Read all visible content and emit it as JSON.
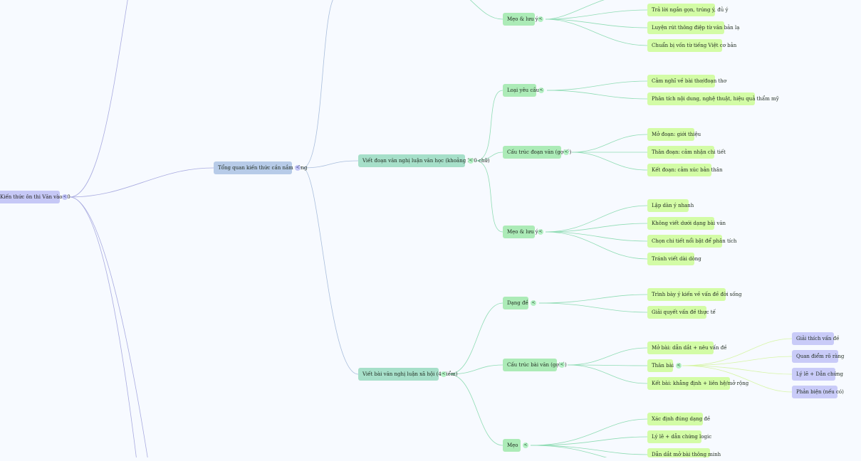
{
  "toggle_glyph": "<",
  "root": {
    "label": "Kiến thức ôn thi Văn vào 10"
  },
  "overview": {
    "label": "Tổng quan kiến thức cần nắm vững"
  },
  "literary": {
    "label": "Viết đoạn văn nghị luận văn học (khoảng 200 chữ)",
    "tips_top": {
      "label": "Mẹo & lưu ý",
      "items": [
        "Trả lời ngắn gọn, trúng ý, đủ ý",
        "Luyện rút thông điệp từ văn bản lạ",
        "Chuẩn bị vốn từ tiếng Việt cơ bản"
      ]
    },
    "types": {
      "label": "Loại yêu cầu",
      "items": [
        "Cảm nghĩ về bài thơ/đoạn thơ",
        "Phân tích nội dung, nghệ thuật, hiệu quả thẩm mỹ"
      ]
    },
    "structure": {
      "label": "Cấu trúc đoạn văn (gợi ý)",
      "items": [
        "Mở đoạn: giới thiệu",
        "Thân đoạn: cảm nhận chi tiết",
        "Kết đoạn: cảm xúc bản thân"
      ]
    },
    "tips": {
      "label": "Mẹo & lưu ý",
      "items": [
        "Lập dàn ý nhanh",
        "Không viết dưới dạng bài văn",
        "Chọn chi tiết nổi bật để phân tích",
        "Tránh viết dài dòng"
      ]
    }
  },
  "social": {
    "label": "Viết bài văn nghị luận xã hội (4 điểm)",
    "forms": {
      "label": "Dạng đề",
      "items": [
        "Trình bày ý kiến về vấn đề đời sống",
        "Giải quyết vấn đề thực tế"
      ]
    },
    "structure": {
      "label": "Cấu trúc bài văn (gợi ý)",
      "items": [
        "Mở bài: dẫn dắt + nêu vấn đề",
        "Thân bài",
        "Kết bài: khẳng định + liên hệ/mở rộng"
      ],
      "body_items": [
        "Giải thích vấn đề",
        "Quan điểm rõ ràng",
        "Lý lẽ + Dẫn chứng",
        "Phản biện (nếu có)"
      ]
    },
    "tips": {
      "label": "Mẹo",
      "items": [
        "Xác định đúng dạng đề",
        "Lý lẽ + dẫn chứng logic",
        "Dẫn dắt mở bài thông minh"
      ]
    }
  }
}
